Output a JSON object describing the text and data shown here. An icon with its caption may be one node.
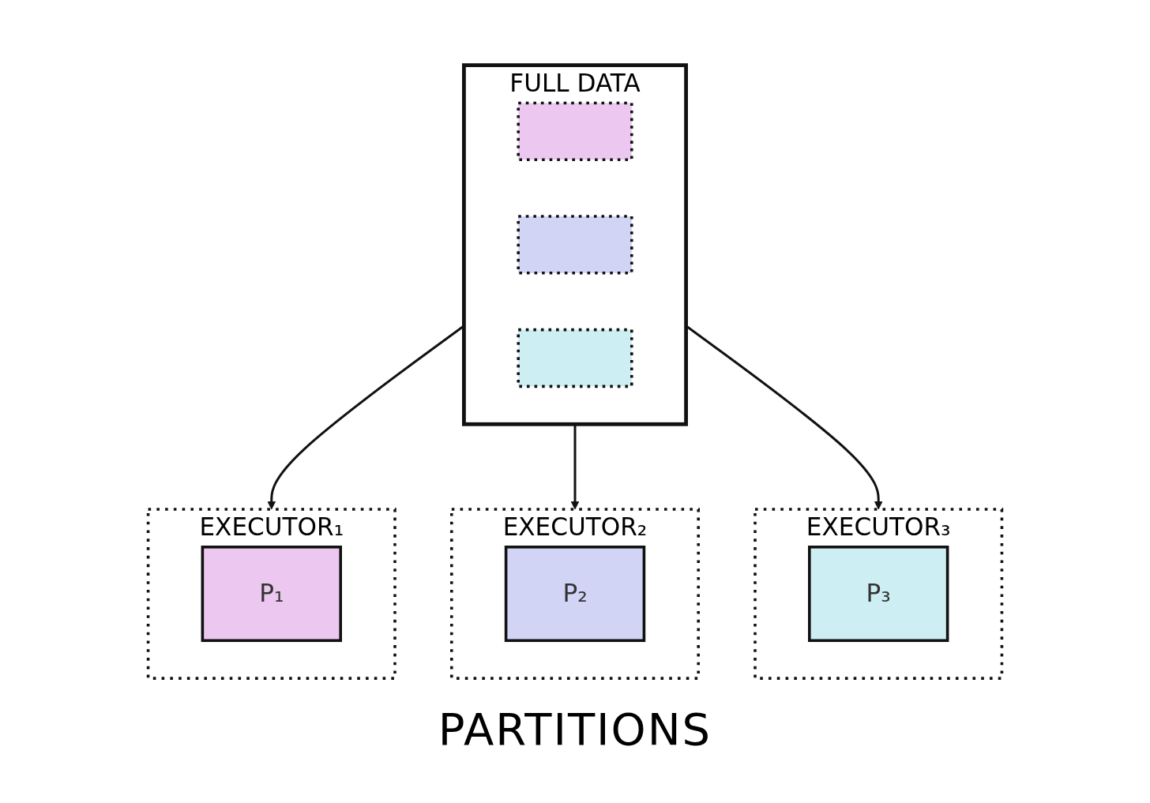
{
  "diagram": {
    "caption": "PARTITIONS",
    "nodes": [
      {
        "text": [
          "FULL DATA"
        ]
      },
      {
        "text": [],
        "shape": "box",
        "in": 0
      },
      {
        "text": [],
        "shape": "box",
        "in": 0
      },
      {
        "text": [],
        "shape": "box",
        "in": 0
      },
      {
        "text": [
          "EXECUTOR₁"
        ]
      },
      {
        "text": [
          "P₁"
        ],
        "in": 4
      },
      {
        "text": [
          "EXECUTOR₂"
        ]
      },
      {
        "text": [
          "P₂"
        ],
        "in": 6
      },
      {
        "text": [
          "EXECUTOR₃"
        ]
      },
      {
        "text": [
          "P₃"
        ],
        "in": 8
      }
    ],
    "edges": [
      {
        "from": 0,
        "to": 4,
        "arrow": "to"
      },
      {
        "from": 0,
        "to": 6,
        "arrow": "to"
      },
      {
        "from": 0,
        "to": 8,
        "arrow": "to"
      }
    ]
  }
}
